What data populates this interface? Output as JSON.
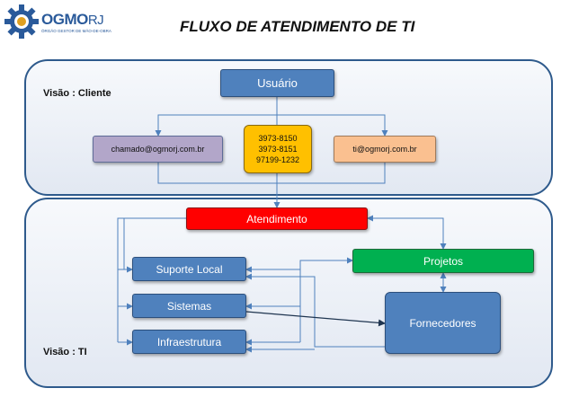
{
  "logo": {
    "name": "OGMO",
    "suffix": "RJ",
    "subtitle": "ÓRGÃO GESTOR DE MÃO-DE-OBRA"
  },
  "title": "FLUXO DE ATENDIMENTO DE TI",
  "client_view": {
    "label": "Visão : Cliente",
    "user": "Usuário",
    "email_chamado": "chamado@ogmorj.com.br",
    "phones": [
      "3973-8150",
      "3973-8151",
      "97199-1232"
    ],
    "email_ti": "ti@ogmorj.com.br"
  },
  "ti_view": {
    "label": "Visão : TI",
    "atendimento": "Atendimento",
    "projetos": "Projetos",
    "suporte_local": "Suporte Local",
    "sistemas": "Sistemas",
    "infraestrutura": "Infraestrutura",
    "fornecedores": "Fornecedores"
  },
  "colors": {
    "panel_border": "#2e5a8c",
    "box_blue": "#4f81bd",
    "email_chamado": "#b2a6c9",
    "phones": "#ffc000",
    "email_ti": "#fac090",
    "atendimento": "#ff0000",
    "projetos": "#00b050",
    "connector": "#4f81bd"
  }
}
